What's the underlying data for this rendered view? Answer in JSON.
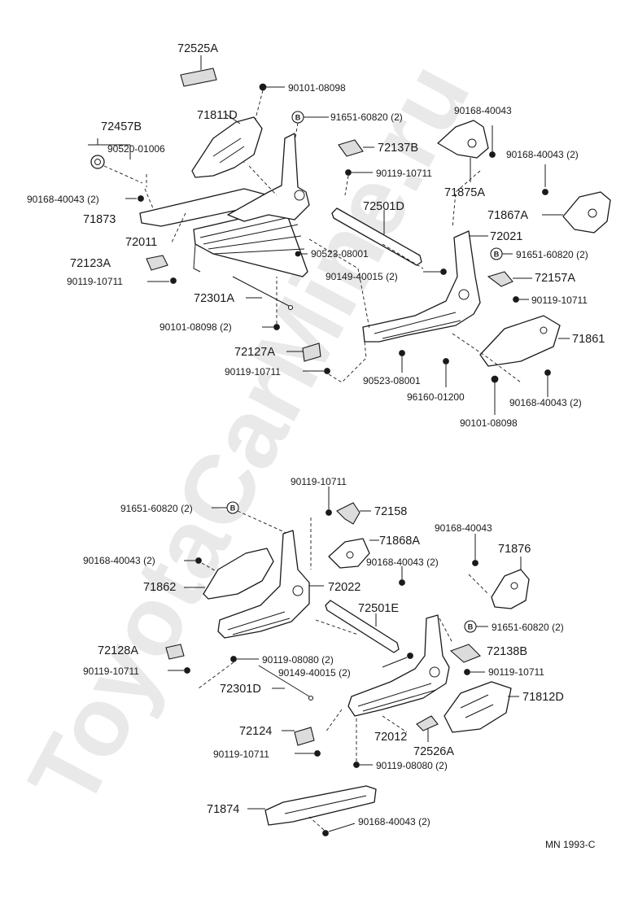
{
  "watermark": "ToyotaCarMine.ru",
  "ref_code": "MN  1993-C",
  "mark_letter": "B",
  "upper_labels": [
    "72525A",
    "90101-08098",
    "71811D",
    "91651-60820 (2)",
    "72457B",
    "90520-01006",
    "90168-40043",
    "72137B",
    "90168-40043 (2)",
    "90119-10711",
    "71875A",
    "90168-40043 (2)",
    "72501D",
    "71867A",
    "71873",
    "72021",
    "72011",
    "90523-08001",
    "91651-60820 (2)",
    "72123A",
    "90149-40015 (2)",
    "72157A",
    "90119-10711",
    "72301A",
    "90119-10711",
    "90101-08098 (2)",
    "71861",
    "72127A",
    "90119-10711",
    "90523-08001",
    "96160-01200",
    "90168-40043 (2)",
    "90101-08098"
  ],
  "lower_labels": [
    "90119-10711",
    "91651-60820 (2)",
    "72158",
    "71868A",
    "90168-40043",
    "90168-40043 (2)",
    "90168-40043 (2)",
    "71876",
    "71862",
    "72022",
    "72501E",
    "91651-60820 (2)",
    "72128A",
    "72138B",
    "90119-08080 (2)",
    "90119-10711",
    "90149-40015 (2)",
    "90119-10711",
    "72301D",
    "71812D",
    "72012",
    "72124",
    "72526A",
    "90119-10711",
    "90119-08080 (2)",
    "71874",
    "90168-40043 (2)"
  ]
}
